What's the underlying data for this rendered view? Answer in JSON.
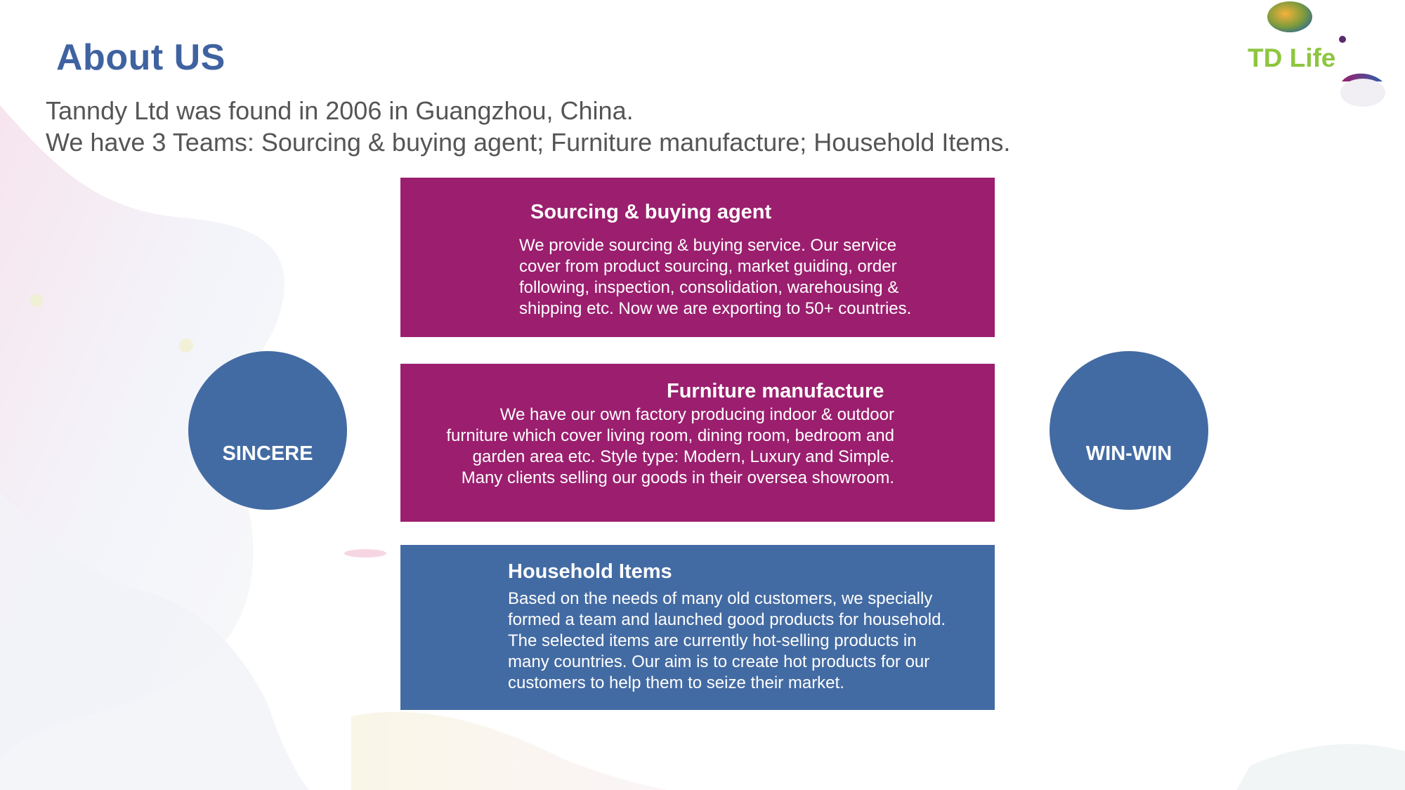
{
  "header": {
    "title": "About US",
    "logo": "TD Life"
  },
  "intro": {
    "line1": "Tanndy Ltd was found in 2006 in Guangzhou, China.",
    "line2": "We have 3 Teams: Sourcing & buying agent; Furniture manufacture; Household Items."
  },
  "teams": [
    {
      "title": "Sourcing & buying agent",
      "lines": [
        "We provide sourcing & buying service. Our service",
        "cover from product sourcing, market guiding, order",
        "following, inspection, consolidation, warehousing &",
        "shipping etc. Now we are exporting to 50+ countries."
      ]
    },
    {
      "title": "Furniture manufacture",
      "lines": [
        "We have our own factory producing indoor & outdoor",
        "furniture which cover living room, dining room, bedroom and",
        "garden area etc. Style type: Modern, Luxury and Simple.",
        "Many clients selling our goods in their oversea showroom."
      ]
    },
    {
      "title": "Household Items",
      "lines": [
        "Based on the needs of many old customers, we specially",
        "formed a team and launched good products for household.",
        "The selected items are currently hot-selling products in",
        "many countries. Our aim is to create hot products for our",
        "customers to help them to seize their market."
      ]
    }
  ],
  "values": {
    "left": "SINCERE",
    "right": "WIN-WIN"
  },
  "colors": {
    "title": "#3f63a0",
    "purple": "#9b1f6e",
    "blue": "#436ba3",
    "logo_green": "#8dc63f"
  }
}
